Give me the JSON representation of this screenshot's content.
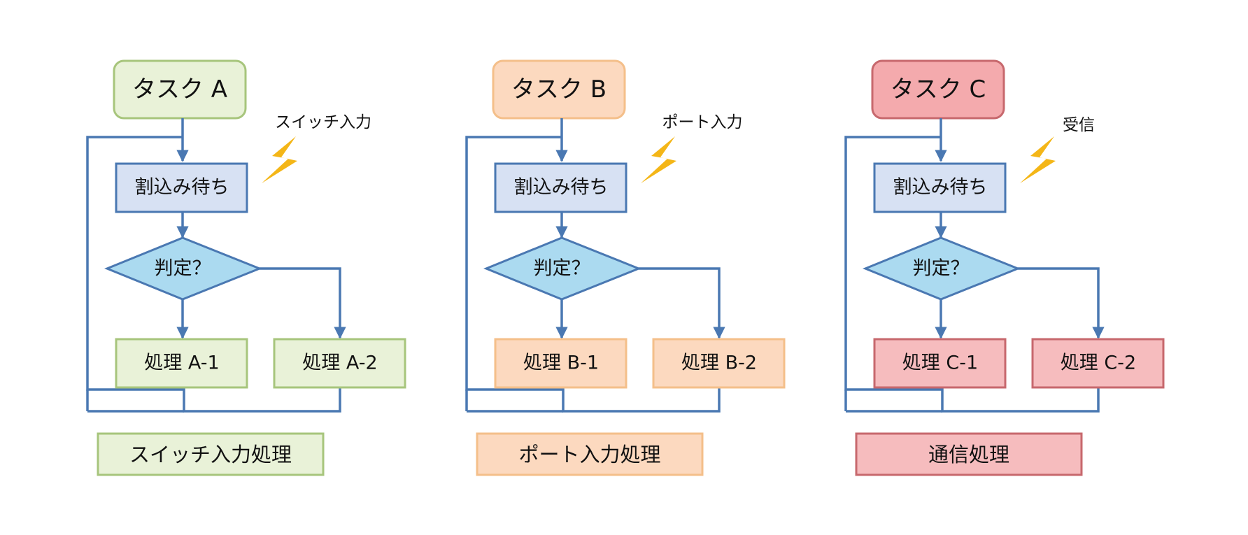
{
  "colors": {
    "flow_line": "#4a78b2",
    "wait_fill": "#d7e1f3",
    "wait_stroke": "#4a78b2",
    "decision_fill": "#abdaf0",
    "decision_stroke": "#4a78b2",
    "lightning": "#f4b617"
  },
  "common": {
    "wait_label": "割込み待ち",
    "decision_label": "判定？"
  },
  "tasks": [
    {
      "title": "タスク A",
      "event": "スイッチ入力",
      "process_1": "処理 A-1",
      "process_2": "処理 A-2",
      "footer": "スイッチ入力処理",
      "fill": "#e9f2d8",
      "stroke": "#a7c57c",
      "box_fill": "#e9f2d8",
      "box_stroke": "#a7c57c",
      "lightning_icon": "lightning-bolt-icon"
    },
    {
      "title": "タスク B",
      "event": "ポート入力",
      "process_1": "処理 B-1",
      "process_2": "処理 B-2",
      "footer": "ポート入力処理",
      "fill": "#fcd9bf",
      "stroke": "#f4bf8a",
      "box_fill": "#fcd9bf",
      "box_stroke": "#f4bf8a",
      "lightning_icon": "lightning-bolt-icon"
    },
    {
      "title": "タスク C",
      "event": "受信",
      "process_1": "処理 C-1",
      "process_2": "処理 C-2",
      "footer": "通信処理",
      "fill": "#f4aaad",
      "stroke": "#c7686d",
      "box_fill": "#f6bcbe",
      "box_stroke": "#c7686d",
      "lightning_icon": "lightning-bolt-icon"
    }
  ]
}
